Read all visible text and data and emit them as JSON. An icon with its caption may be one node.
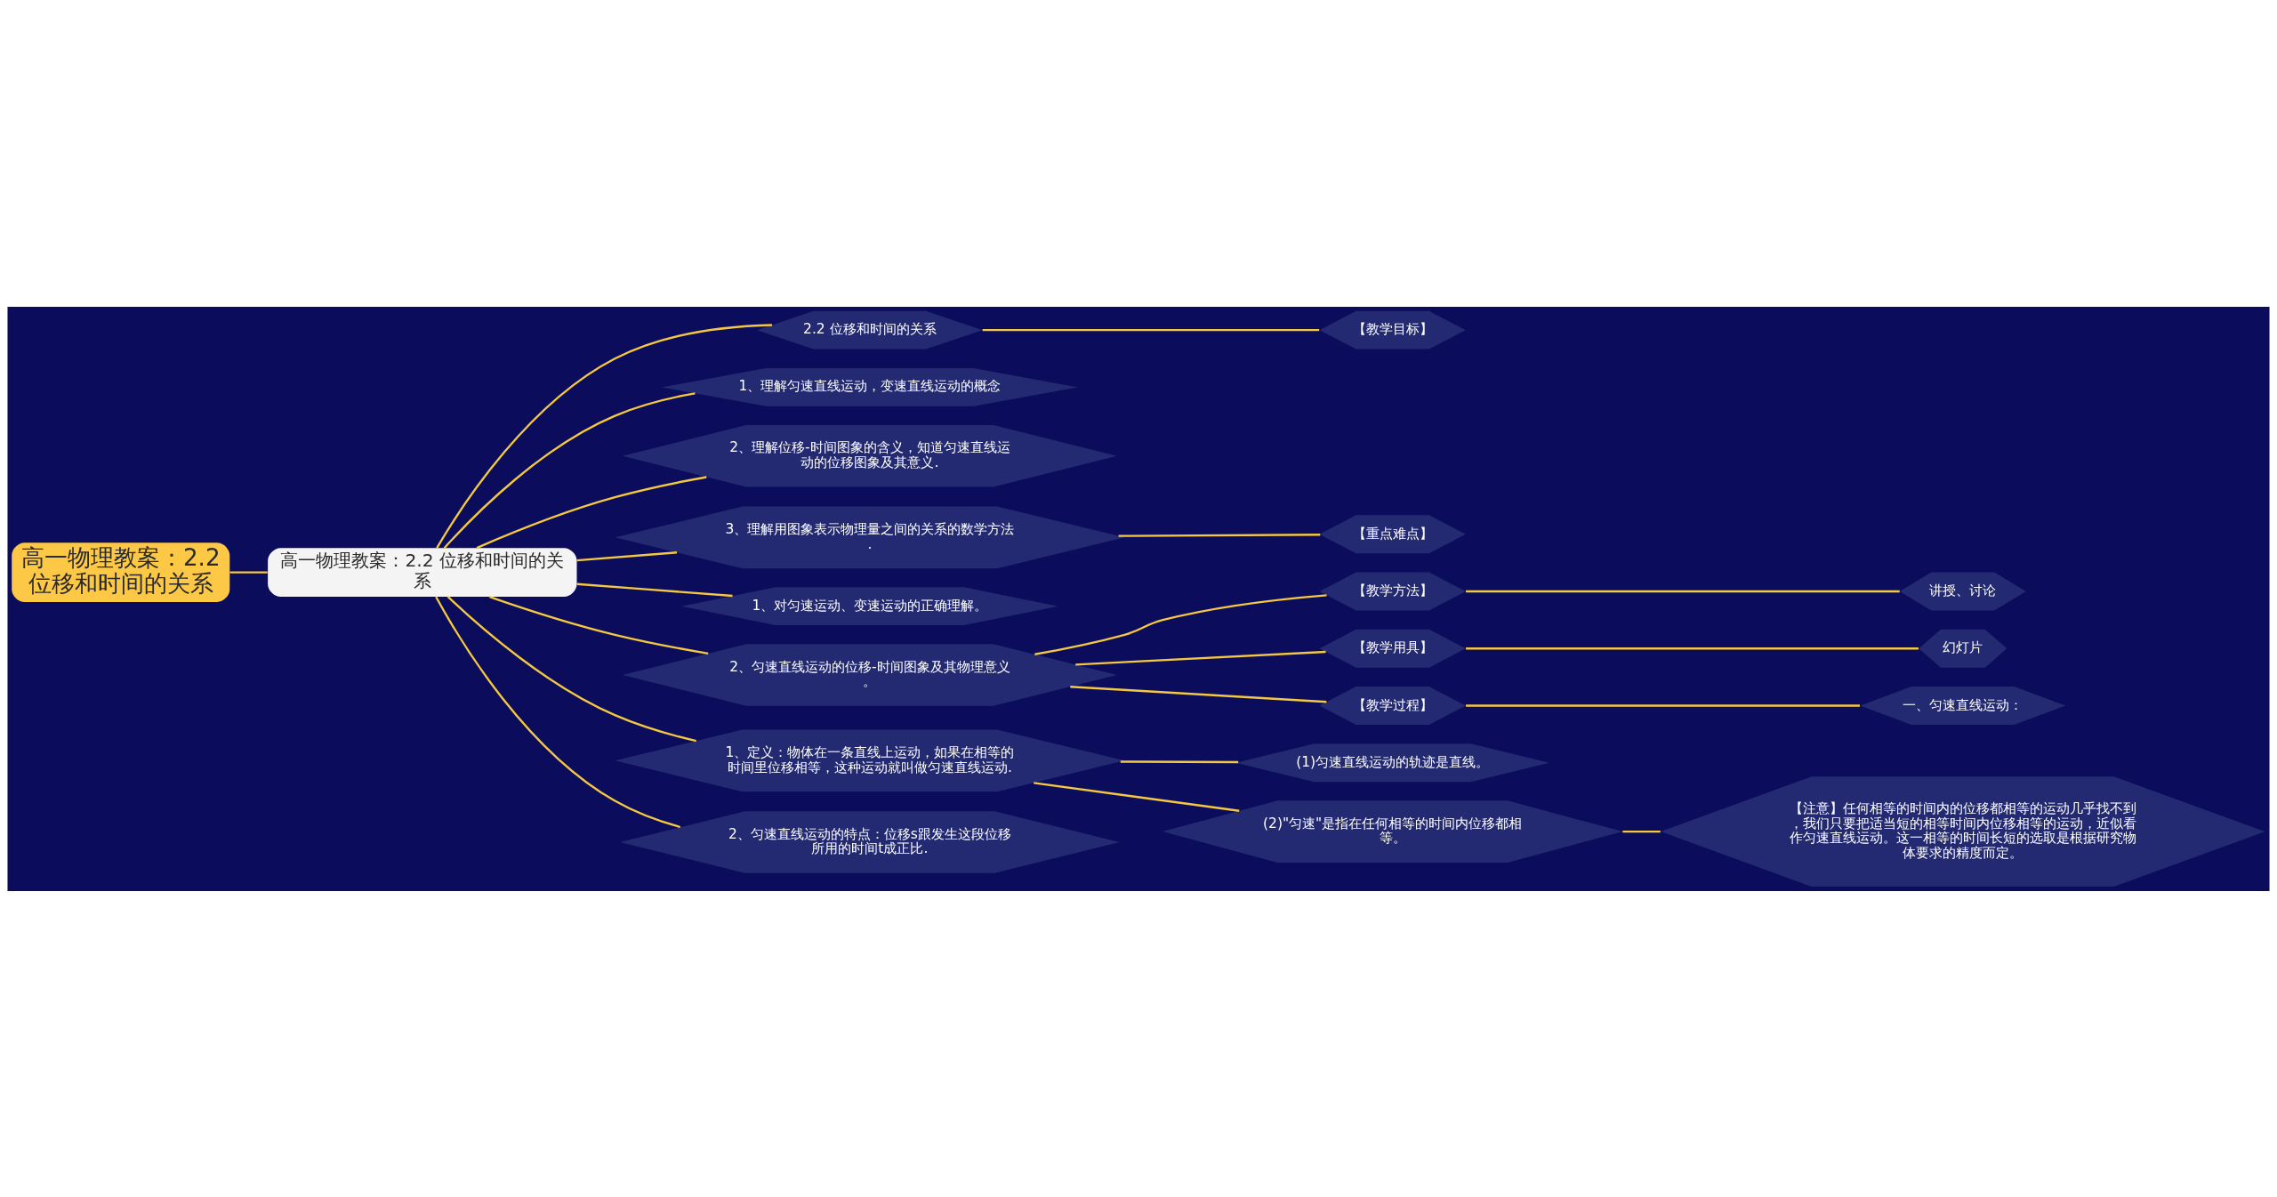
{
  "diagram": {
    "nodes": [
      {
        "text": [
          "高一物理教案：2.2 位移和时间的关系"
        ]
      },
      {
        "text": [
          "高一物理教案：2.2 位移和时间的关系"
        ]
      },
      {
        "text": [
          "2.2 位移和时间的关系"
        ]
      },
      {
        "text": [
          "【教学目标】"
        ]
      },
      {
        "text": [
          "1、理解匀速直线运动，变速直线运动的概念"
        ]
      },
      {
        "text": [
          "2、理解位移-时间图象的含义，知道匀速直线运动的位移图象及其意义."
        ]
      },
      {
        "text": [
          "3、理解用图象表示物理量之间的关系的数学方法."
        ]
      },
      {
        "text": [
          "【重点难点】"
        ]
      },
      {
        "text": [
          "1、对匀速运动、变速运动的正确理解。"
        ]
      },
      {
        "text": [
          "2、匀速直线运动的位移-时间图象及其物理意义。"
        ]
      },
      {
        "text": [
          "【教学方法】"
        ]
      },
      {
        "text": [
          "讲授、讨论"
        ]
      },
      {
        "text": [
          "【教学用具】"
        ]
      },
      {
        "text": [
          "幻灯片"
        ]
      },
      {
        "text": [
          "【教学过程】"
        ]
      },
      {
        "text": [
          "一、匀速直线运动："
        ]
      },
      {
        "text": [
          "1、定义：物体在一条直线上运动，如果在相等的时间里位移相等，这种运动就叫做匀速直线运动."
        ]
      },
      {
        "text": [
          "(1)匀速直线运动的轨迹是直线。"
        ]
      },
      {
        "text": [
          "(2)\"匀速\"是指在任何相等的时间内位移都相等。"
        ]
      },
      {
        "text": [
          "【注意】任何相等的时间内的位移都相等的运动几乎找不到，我们只要把适当短的相等时间内位移相等的运动，近似看作匀速直线运动。这一相等的时间长短的选取是根据研究物体要求的精度而定。"
        ]
      },
      {
        "text": [
          "2、匀速直线运动的特点：位移s跟发生这段位移所用的时间t成正比."
        ]
      }
    ],
    "edges": [
      {
        "from": 0,
        "to": 1,
        "arrow": "none"
      },
      {
        "from": 1,
        "to": 2,
        "arrow": "none"
      },
      {
        "from": 1,
        "to": 4,
        "arrow": "none"
      },
      {
        "from": 1,
        "to": 5,
        "arrow": "none"
      },
      {
        "from": 1,
        "to": 6,
        "arrow": "none"
      },
      {
        "from": 1,
        "to": 8,
        "arrow": "none"
      },
      {
        "from": 1,
        "to": 9,
        "arrow": "none"
      },
      {
        "from": 1,
        "to": 16,
        "arrow": "none"
      },
      {
        "from": 1,
        "to": 20,
        "arrow": "none"
      },
      {
        "from": 2,
        "to": 3,
        "arrow": "none"
      },
      {
        "from": 6,
        "to": 7,
        "arrow": "none"
      },
      {
        "from": 9,
        "to": 10,
        "arrow": "none"
      },
      {
        "from": 9,
        "to": 12,
        "arrow": "none"
      },
      {
        "from": 9,
        "to": 14,
        "arrow": "none"
      },
      {
        "from": 10,
        "to": 11,
        "arrow": "none"
      },
      {
        "from": 12,
        "to": 13,
        "arrow": "none"
      },
      {
        "from": 14,
        "to": 15,
        "arrow": "none"
      },
      {
        "from": 16,
        "to": 17,
        "arrow": "none"
      },
      {
        "from": 16,
        "to": 18,
        "arrow": "none"
      },
      {
        "from": 18,
        "to": 19,
        "arrow": "none"
      }
    ]
  }
}
